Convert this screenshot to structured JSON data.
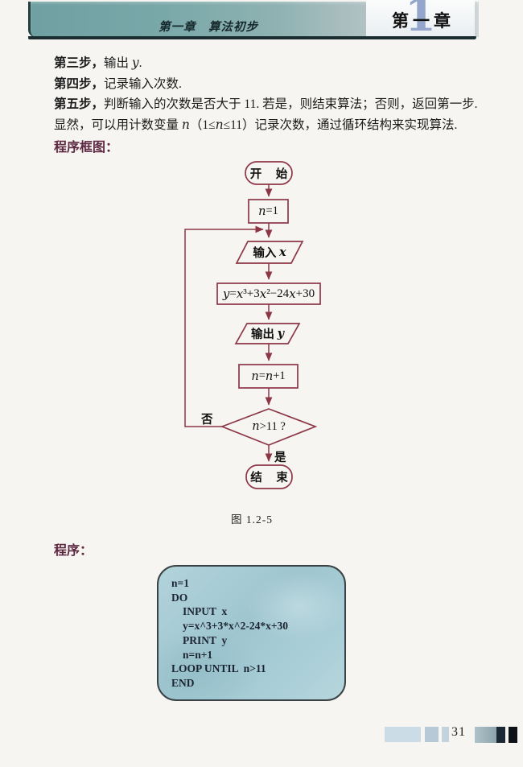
{
  "colors": {
    "accent": "#8d3646",
    "label": "#5e2742",
    "band-teal": "#78a7a9",
    "band-dark": "#1b2d30",
    "program-bg": "#a9ced6",
    "numeral-blue": "#94a6cb",
    "code-text": "#1c2430"
  },
  "header": {
    "running_title": "第一章　算法初步",
    "tab": {
      "char1": "第",
      "char2": "一",
      "char3": "章",
      "numeral": "1"
    }
  },
  "body": {
    "lines": [
      [
        {
          "t": "第三步，",
          "b": true
        },
        {
          "t": "输出 "
        },
        {
          "t": "y",
          "it": true
        },
        {
          "t": "."
        }
      ],
      [
        {
          "t": "第四步，",
          "b": true
        },
        {
          "t": "记录输入次数."
        }
      ],
      [
        {
          "t": "第五步，",
          "b": true
        },
        {
          "t": "判断输入的次数是否大于 11. 若是，则结束算法；否则，返回第一步."
        }
      ],
      [
        {
          "t": "显然，可以用计数变量 "
        },
        {
          "t": "n",
          "it": true
        },
        {
          "t": "（1≤"
        },
        {
          "t": "n",
          "it": true
        },
        {
          "t": "≤11）记录次数，通过循环结构来实现算法."
        }
      ]
    ],
    "flowchart_label": "程序框图：",
    "program_label": "程序："
  },
  "flowchart": {
    "type": "flowchart",
    "nodes": {
      "start": "开 始",
      "init": [
        {
          "t": "n",
          "it": true
        },
        {
          "t": "=1"
        }
      ],
      "input": [
        {
          "t": "输入 ",
          "zh": true
        },
        {
          "t": "x",
          "it": true
        }
      ],
      "process": [
        {
          "t": "y",
          "it": true
        },
        {
          "t": "="
        },
        {
          "t": "x",
          "it": true
        },
        {
          "t": "³+3"
        },
        {
          "t": "x",
          "it": true
        },
        {
          "t": "²−24"
        },
        {
          "t": "x",
          "it": true
        },
        {
          "t": "+30"
        }
      ],
      "output": [
        {
          "t": "输出 ",
          "zh": true
        },
        {
          "t": "y",
          "it": true
        }
      ],
      "increment": [
        {
          "t": "n",
          "it": true
        },
        {
          "t": "="
        },
        {
          "t": "n",
          "it": true
        },
        {
          "t": "+1"
        }
      ],
      "condition": [
        {
          "t": "n",
          "it": true
        },
        {
          "t": ">11 ?"
        }
      ],
      "end": "结 束"
    },
    "branch_no": "否",
    "branch_yes": "是",
    "caption": "图 1.2-5"
  },
  "program": {
    "lines": [
      {
        "indent": 0,
        "text": "n=1"
      },
      {
        "indent": 0,
        "text": "DO"
      },
      {
        "indent": 1,
        "text": "INPUT　x"
      },
      {
        "indent": 1,
        "text": "y=x^3+3*x^2-24*x+30"
      },
      {
        "indent": 1,
        "text": "PRINT　y"
      },
      {
        "indent": 1,
        "text": "n=n+1"
      },
      {
        "indent": 0,
        "text": "LOOP UNTIL　n>11"
      },
      {
        "indent": 0,
        "text": "END"
      }
    ]
  },
  "footer": {
    "page_number": "31",
    "block_colors": [
      "#ccdce6",
      "#b7c9d6",
      "#c3d3de",
      "#9fb6bd",
      "#1c2834",
      "#0d1117"
    ]
  }
}
